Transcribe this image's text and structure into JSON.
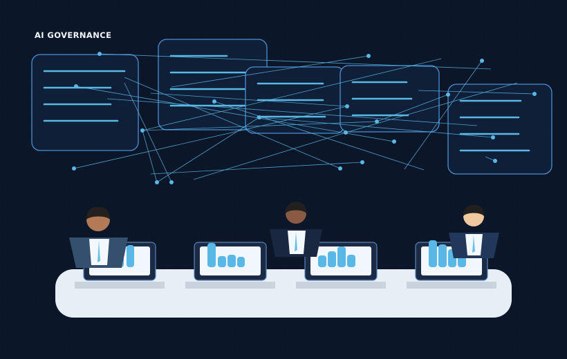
{
  "headline": "AI GOVERNANCE",
  "colors": {
    "background": "#0b1629",
    "panel_fill": "#0f1f38",
    "panel_border": "#4a8fd6",
    "accent": "#5ab8e6",
    "table_top": "#e6eef6",
    "screen_light": "#f1f7fc",
    "dark_suit": "#1a2740",
    "blue_suit": "#22385a",
    "slate_suit": "#34506e"
  },
  "decoration": {
    "panel_count": 5,
    "network_style": "thin lines with round nodes",
    "people": [
      {
        "skin": "#b27a56",
        "hair": "#23201f",
        "suit": "#34506e",
        "screen_icon": "bar-chart-icon"
      },
      {
        "skin": "#8a5a45",
        "hair": "#22201f",
        "suit": "#1a2740",
        "screen_icon": "bar-chart-icon"
      },
      {
        "skin": "#f0c9a0",
        "hair": "#22201f",
        "suit": "#22385a",
        "screen_icon": "bar-chart-icon"
      }
    ]
  }
}
